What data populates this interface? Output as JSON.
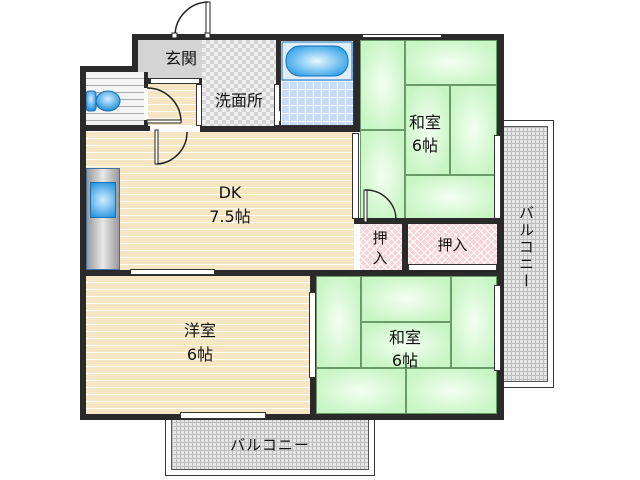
{
  "floorplan": {
    "rooms": {
      "genkan": {
        "label": "玄関"
      },
      "senmenjo": {
        "label": "洗面所"
      },
      "dk": {
        "label": "DK",
        "size": "7.5帖"
      },
      "washitsu_top": {
        "label": "和室",
        "size": "6帖"
      },
      "washitsu_bottom": {
        "label": "和室",
        "size": "6帖"
      },
      "youshitsu": {
        "label": "洋室",
        "size": "6帖"
      },
      "oshiire_small": {
        "label": "押入"
      },
      "oshiire_large": {
        "label": "押入"
      },
      "balcony_right": {
        "label": "バルコニー"
      },
      "balcony_bottom": {
        "label": "バルコニー"
      }
    },
    "colors": {
      "wall": "#2a2a2a",
      "flooring": "#f7e6c4",
      "tatami": "#c8f5c4",
      "closet": "#f8d4d8",
      "balcony": "#e6e6e6",
      "genkan": "#d4d4d4",
      "fixture_blue": "#2a9ee8"
    }
  }
}
